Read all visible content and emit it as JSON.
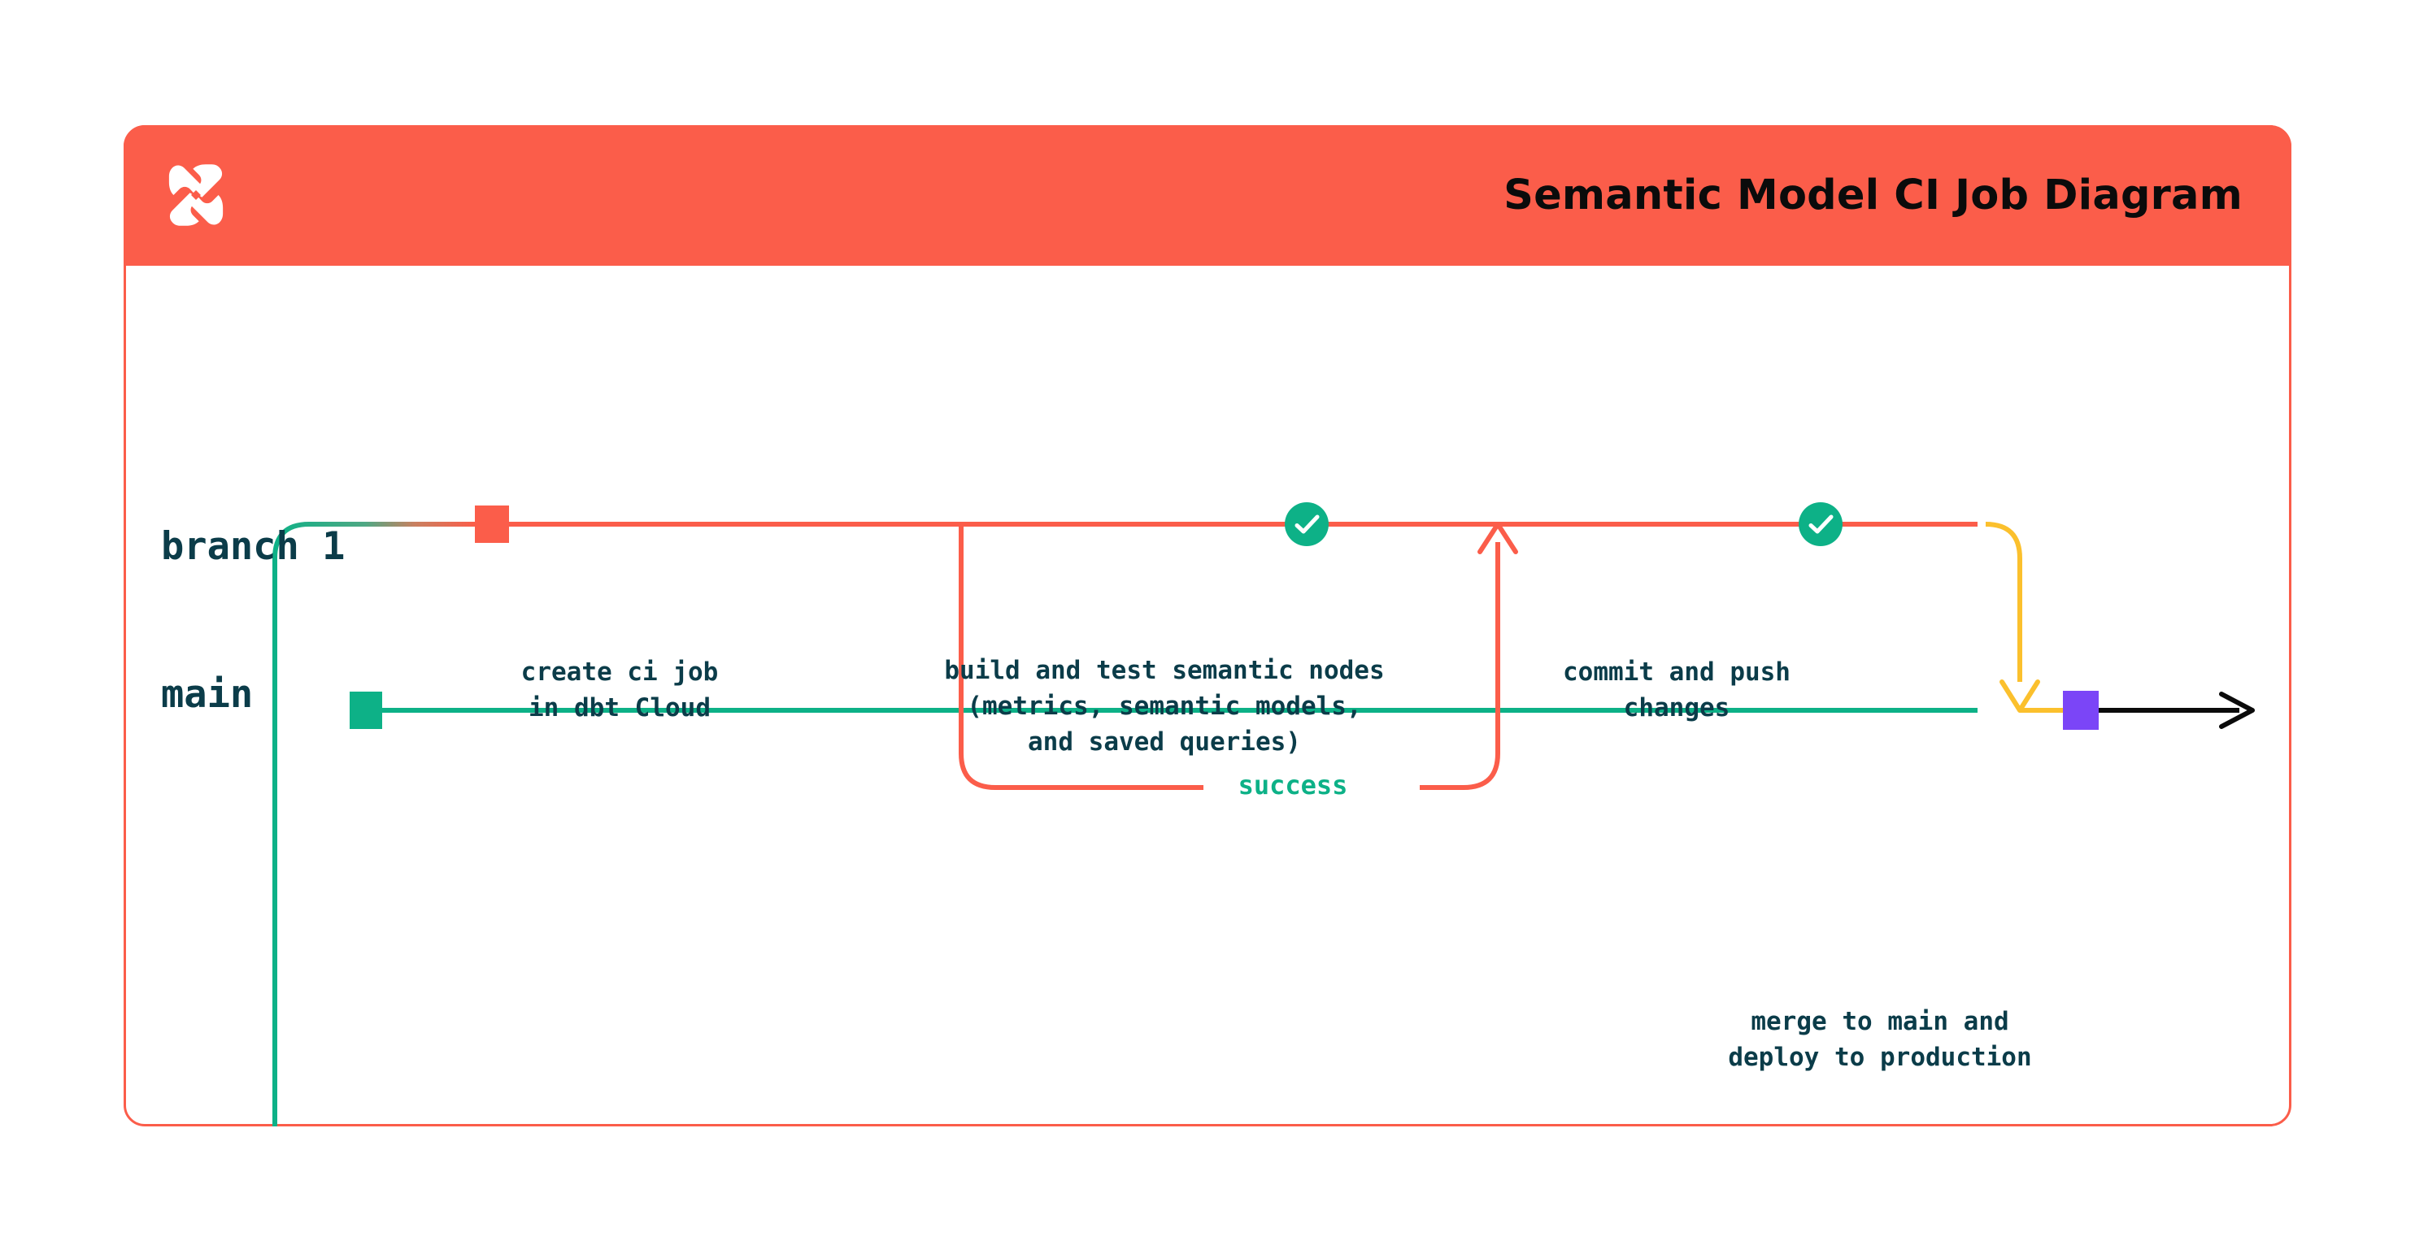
{
  "header": {
    "title": "Semantic Model CI Job Diagram",
    "logo_icon": "dbt-logo-icon",
    "background_color": "#FB5D4A"
  },
  "colors": {
    "brand_orange": "#FB5D4A",
    "teal_green": "#0DB187",
    "yellow": "#FBC02D",
    "purple": "#7B45F7",
    "ink_navy": "#0B3C49",
    "black": "#0B0B0B"
  },
  "diagram": {
    "type": "git-branch-flow",
    "lanes": [
      {
        "id": "branch-1",
        "label": "branch 1",
        "color": "#FB5D4A"
      },
      {
        "id": "main",
        "label": "main",
        "color": "#0DB187"
      }
    ],
    "nodes": [
      {
        "id": "main-start",
        "lane": "main",
        "shape": "square",
        "color": "#0DB187",
        "caption": ""
      },
      {
        "id": "create-ci-job",
        "lane": "branch-1",
        "shape": "square",
        "color": "#FB5D4A",
        "caption": "create ci job\nin dbt Cloud"
      },
      {
        "id": "build-and-test",
        "lane": "branch-1",
        "shape": "check-circle",
        "color": "#0DB187",
        "caption": "build and test semantic nodes\n(metrics, semantic models,\nand saved queries)"
      },
      {
        "id": "commit-and-push",
        "lane": "branch-1",
        "shape": "check-circle",
        "color": "#0DB187",
        "caption": "commit and push\nchanges"
      },
      {
        "id": "merge-to-main",
        "lane": "main",
        "shape": "square",
        "color": "#7B45F7",
        "caption": "merge to main and\ndeploy to production"
      }
    ],
    "edges": [
      {
        "id": "branch-off",
        "from": "main-start",
        "to": "create-ci-job",
        "style": "curve",
        "gradient": [
          "#0DB187",
          "#FB5D4A"
        ]
      },
      {
        "id": "success-loop",
        "from": "build-and-test",
        "to": "build-and-test",
        "style": "loop",
        "color": "#FB5D4A",
        "label": "success"
      },
      {
        "id": "merge-down",
        "from": "commit-and-push",
        "to": "merge-to-main",
        "style": "curve-arrow",
        "color": "#FBC02D"
      },
      {
        "id": "continue-main",
        "from": "merge-to-main",
        "to": "",
        "style": "arrow",
        "color": "#0B0B0B"
      }
    ],
    "loop_label": "success"
  }
}
